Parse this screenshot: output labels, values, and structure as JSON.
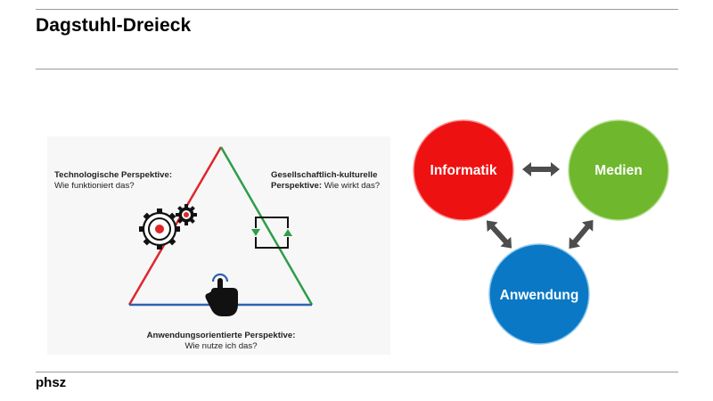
{
  "slide": {
    "title": "Dagstuhl-Dreieck",
    "footer_logo": "phsz"
  },
  "triangle": {
    "technological": {
      "heading": "Technologische Perspektive:",
      "question": "Wie funktioniert das?"
    },
    "societal": {
      "heading_line1": "Gesellschaftlich-kulturelle",
      "heading_line2": "Perspektive:",
      "question": "Wie wirkt das?"
    },
    "application": {
      "heading": "Anwendungsorientierte Perspektive:",
      "question": "Wie nutze ich das?"
    },
    "colors": {
      "left_edge": "#e0262b",
      "right_edge": "#2e9d48",
      "base_edge": "#2f63b0"
    },
    "icons": [
      "gears-icon",
      "cycle-arrows-icon",
      "touch-hand-icon"
    ]
  },
  "circles": {
    "informatik": {
      "label": "Informatik",
      "color": "#ee1111"
    },
    "medien": {
      "label": "Medien",
      "color": "#6fb72d"
    },
    "anwendung": {
      "label": "Anwendung",
      "color": "#0a78c5"
    },
    "arrow_color": "#4d4d4d"
  }
}
